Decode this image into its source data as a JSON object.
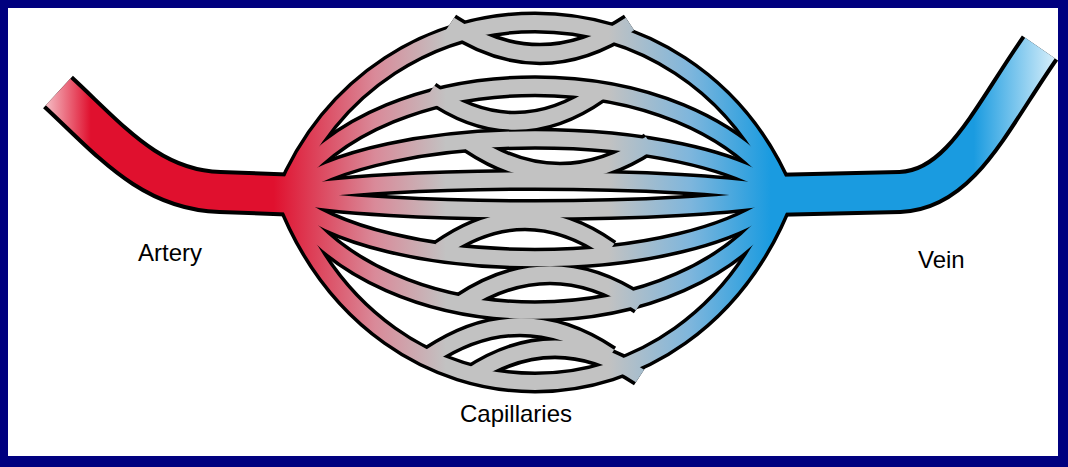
{
  "diagram": {
    "labels": [
      "Artery",
      "Vein",
      "Capillaries"
    ]
  }
}
